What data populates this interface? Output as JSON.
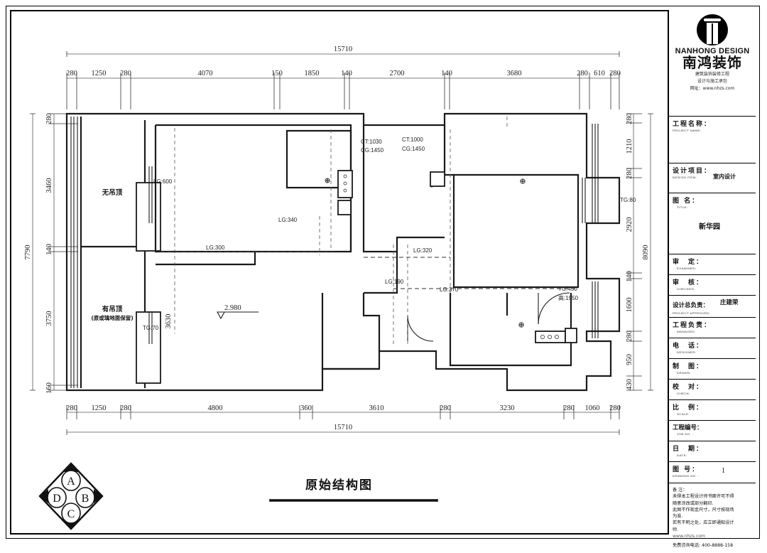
{
  "sheet": {
    "title": "原始结构图",
    "drawing_number_label": "图  号：",
    "drawing_number_en": "DRAWING NO. :",
    "drawing_number": "1"
  },
  "compass": {
    "labels": [
      "A",
      "B",
      "C",
      "D"
    ]
  },
  "titleblock": {
    "brand_en": "NANHONG DESIGN",
    "brand_cn": "南鸿装饰",
    "brand_sub_1": "建筑装饰装修工程",
    "brand_sub_2": "设计与施工承包",
    "brand_sub_3": "网址：www.nhzs.com",
    "rows": [
      {
        "cn": "工程名称：",
        "en": "PROJECT NAME:",
        "value": ""
      },
      {
        "cn": "设计项目：",
        "en": "DESIGN ITEM:",
        "value": "室内设计"
      },
      {
        "cn": "图  名：",
        "en": "TITLE:",
        "value": "新华园"
      },
      {
        "cn": "审　定：",
        "en": "EXAMINED:",
        "value": ""
      },
      {
        "cn": "审　核：",
        "en": "CHECKED:",
        "value": ""
      },
      {
        "cn": "设计总负责：",
        "en": "PROJECT APPROVED:",
        "value": "庄建荣"
      },
      {
        "cn": "工程负责：",
        "en": "MANAGED:",
        "value": ""
      },
      {
        "cn": "电　话：",
        "en": "DESIGNER:",
        "value": ""
      },
      {
        "cn": "制　图：",
        "en": "DRAWN:",
        "value": ""
      },
      {
        "cn": "校　对：",
        "en": "CHECK:",
        "value": ""
      },
      {
        "cn": "比　例：",
        "en": "SCALE:",
        "value": ""
      },
      {
        "cn": "工程编号：",
        "en": "JOB  NO. :",
        "value": ""
      },
      {
        "cn": "日　期：",
        "en": "DATE:",
        "value": ""
      }
    ],
    "notes": [
      "备  注：",
      "未得本工程设计师书面许可不得",
      "随意涂改或部分翻印.",
      "此图不作现金尺寸，尺寸按现场",
      "为准.",
      "若有不明之处，应立即通知设计",
      "师.",
      "www.nhzs.com",
      "免费咨询电话: 400-8888-158"
    ]
  },
  "plan": {
    "dim_total_top": "15710",
    "dim_total_bottom": "15710",
    "dim_total_left": "7790",
    "dim_total_right": "8090",
    "dims_top": [
      "280",
      "1250",
      "280",
      "4070",
      "150",
      "1850",
      "140",
      "2700",
      "140",
      "3680",
      "280",
      "610",
      "280"
    ],
    "dims_bottom": [
      "280",
      "1250",
      "280",
      "4800",
      "360",
      "3610",
      "280",
      "3230",
      "280",
      "1060",
      "280"
    ],
    "dims_left": [
      "280",
      "3460",
      "140",
      "3750",
      "160"
    ],
    "dims_right": [
      "280",
      "1210",
      "280",
      "2920",
      "140",
      "1600",
      "280",
      "950",
      "430"
    ],
    "room_labels": [
      {
        "text": "无吊顶"
      },
      {
        "text": "有吊顶"
      },
      {
        "text": "(原或璃地面保留)"
      }
    ],
    "annotations": [
      {
        "text": "LG:600"
      },
      {
        "text": "LG:340"
      },
      {
        "text": "LG:300"
      },
      {
        "text": "LG:320"
      },
      {
        "text": "LG:190"
      },
      {
        "text": "LG:370"
      },
      {
        "text": "TG:70"
      },
      {
        "text": "TG:80"
      },
      {
        "text": "TG:450"
      },
      {
        "text": "高:1950"
      },
      {
        "text": "CT:1030"
      },
      {
        "text": "CG:1450"
      },
      {
        "text": "CT:1000"
      },
      {
        "text": "CG:1450"
      },
      {
        "text": "3630"
      },
      {
        "text": "2.980"
      }
    ]
  }
}
